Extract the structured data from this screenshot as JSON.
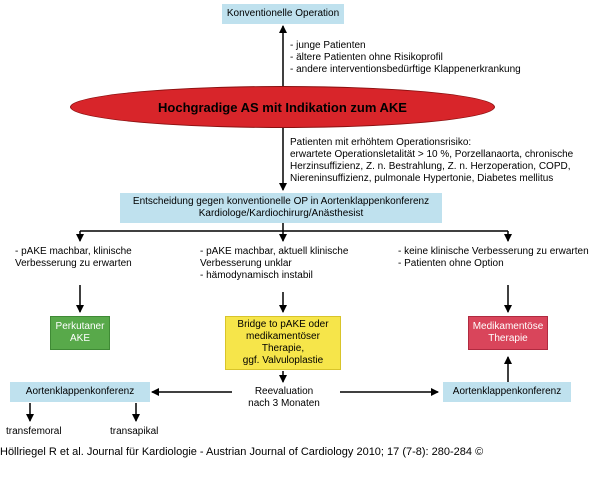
{
  "top_box": "Konventionelle Operation",
  "top_criteria": [
    "- junge Patienten",
    "- ältere Patienten ohne Risikoprofil",
    "- andere interventionsbedürftige Klappenerkrankung"
  ],
  "main_ellipse": "Hochgradige AS mit Indikation zum AKE",
  "risk_text": [
    "Patienten mit erhöhtem Operationsrisiko:",
    "erwartete Operationsletalität > 10 %, Porzellanaorta, chronische",
    "Herzinsuffizienz, Z. n. Bestrahlung, Z. n. Herzoperation, COPD,",
    "Niereninsuffizienz, pulmonale Hypertonie, Diabetes mellitus"
  ],
  "decision_box": [
    "Entscheidung gegen konventionelle OP in Aortenklappenkonferenz",
    "Kardiologe/Kardiochirurg/Anästhesist"
  ],
  "left_criteria": [
    "- pAKE machbar, klinische",
    "Verbesserung zu erwarten"
  ],
  "mid_criteria": [
    "- pAKE machbar, aktuell klinische",
    "Verbesserung unklar",
    "- hämodynamisch instabil"
  ],
  "right_criteria": [
    "- keine klinische Verbesserung zu erwarten",
    "- Patienten ohne Option"
  ],
  "green_box": [
    "Perkutaner",
    "AKE"
  ],
  "yellow_box": [
    "Bridge to pAKE oder",
    "medikamentöser",
    "Therapie,",
    "ggf. Valvuloplastie"
  ],
  "red_box": [
    "Medikamentöse",
    "Therapie"
  ],
  "reevaluation": [
    "Reevaluation",
    "nach 3 Monaten"
  ],
  "left_conference": "Aortenklappenkonferenz",
  "right_conference": "Aortenklappenkonferenz",
  "transfemoral": "transfemoral",
  "transapical": "transapikal",
  "footer": "Höllriegel R et al. Journal für Kardiologie - Austrian Journal of Cardiology 2010; 17 (7-8): 280-284 ©",
  "colors": {
    "lightblue": "#bfe1ee",
    "red_ellipse": "#d8252a",
    "green": "#58a94a",
    "yellow": "#f6e54a",
    "crimson": "#d9455b"
  }
}
